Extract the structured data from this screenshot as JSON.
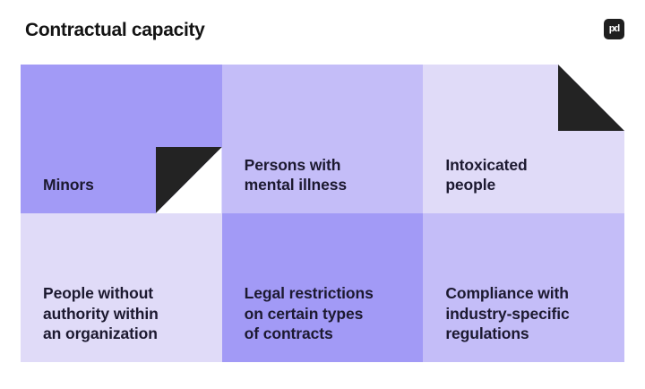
{
  "header": {
    "title": "Contractual capacity",
    "logo_text": "pd"
  },
  "colors": {
    "background": "#ffffff",
    "cell_dark": "#a29af6",
    "cell_mid": "#c4bdf8",
    "cell_light": "#e0dbf8",
    "fold_black": "#232323",
    "text_dark": "#1c1930"
  },
  "grid": {
    "cells": [
      {
        "label": "Minors",
        "tone": "dark",
        "fold": "bottom-right"
      },
      {
        "label": "Persons with\nmental illness",
        "tone": "mid",
        "fold": null
      },
      {
        "label": "Intoxicated\npeople",
        "tone": "light",
        "fold": "top-right"
      },
      {
        "label": "People without\nauthority within\nan organization",
        "tone": "light",
        "fold": null
      },
      {
        "label": "Legal restrictions\non certain types\nof contracts",
        "tone": "dark",
        "fold": null
      },
      {
        "label": "Compliance with\nindustry-specific\nregulations",
        "tone": "mid",
        "fold": null
      }
    ]
  }
}
